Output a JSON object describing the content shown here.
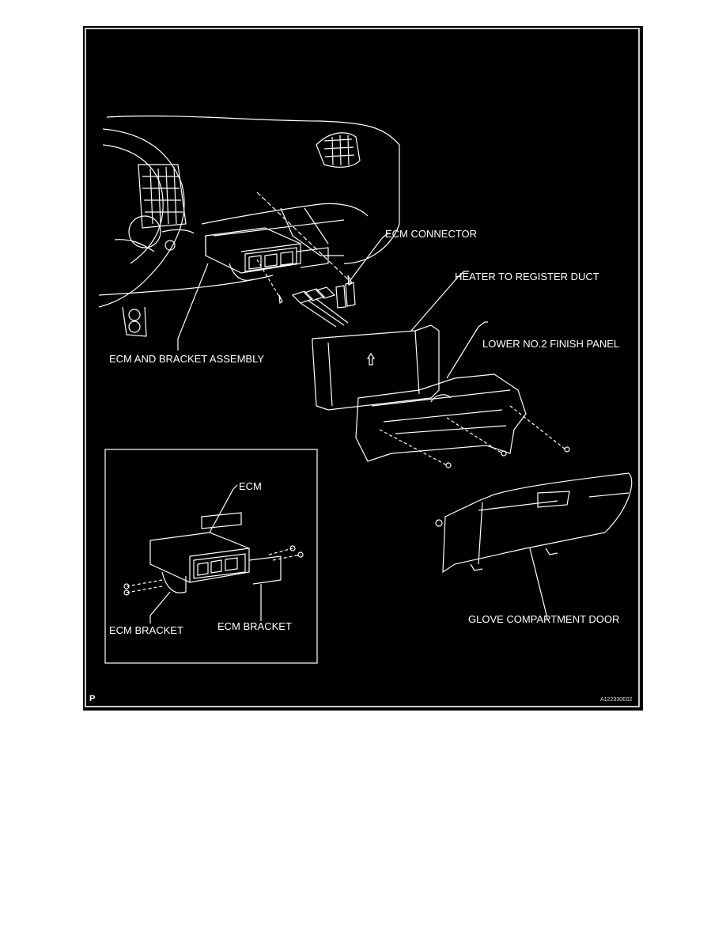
{
  "figure": {
    "id_code": "A122330E02",
    "corner_mark": "P",
    "labels": {
      "ecm_connector": "ECM CONNECTOR",
      "heater_duct": "HEATER TO REGISTER DUCT",
      "lower_finish_panel": "LOWER NO.2 FINISH PANEL",
      "ecm_bracket_assembly": "ECM AND BRACKET ASSEMBLY",
      "glove_door": "GLOVE COMPARTMENT DOOR"
    },
    "inset": {
      "ecm": "ECM",
      "bracket_left": "ECM BRACKET",
      "bracket_right": "ECM BRACKET"
    }
  }
}
